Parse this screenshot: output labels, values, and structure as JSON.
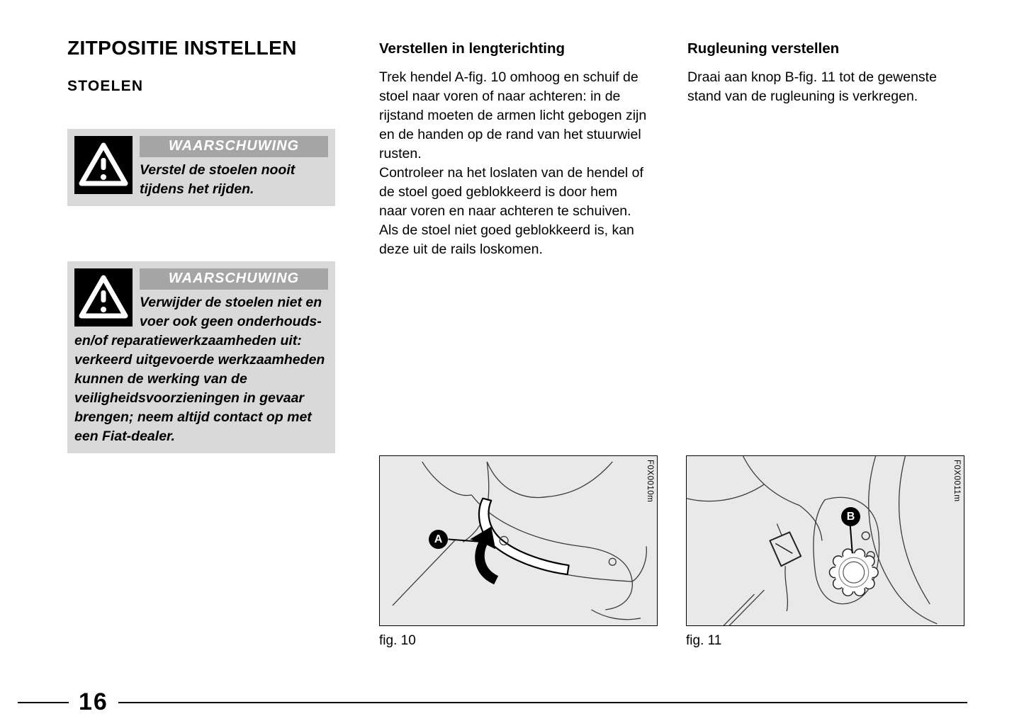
{
  "colors": {
    "warning_box_bg": "#d9d9d9",
    "warning_header_bg": "#a5a5a5",
    "figure_bg": "#e9e9e9"
  },
  "left_column": {
    "title": "ZITPOSITIE INSTELLEN",
    "subtitle": "STOELEN",
    "warnings": [
      {
        "label": "WAARSCHUWING",
        "text": "Verstel de stoelen nooit tijdens het rijden."
      },
      {
        "label": "WAARSCHUWING",
        "text": "Verwijder de stoelen niet en voer ook geen onderhouds- en/of reparatiewerkzaamheden uit: verkeerd uitgevoerde werkzaamheden kunnen de werking van de veiligheidsvoorzieningen in gevaar brengen; neem altijd contact op met een Fiat-dealer."
      }
    ]
  },
  "middle_column": {
    "heading": "Verstellen in lengterichting",
    "body": "Trek hendel A-fig. 10 omhoog en schuif de stoel naar voren of naar achteren: in de rijstand moeten de armen licht gebogen zijn en de handen op de rand van het stuurwiel rusten.\nControleer na het loslaten van de hendel of de stoel goed geblokkeerd is door hem naar voren en naar achteren te schuiven. Als de stoel niet goed geblokkeerd is, kan deze uit de rails loskomen.",
    "figure": {
      "caption": "fig. 10",
      "code": "F0X0010m",
      "callout": "A"
    }
  },
  "right_column": {
    "heading": "Rugleuning verstellen",
    "body": "Draai aan knop B-fig. 11 tot de gewenste stand van de rugleuning is verkregen.",
    "figure": {
      "caption": "fig. 11",
      "code": "F0X0011m",
      "callout": "B"
    }
  },
  "footer": {
    "page_number": "16"
  }
}
